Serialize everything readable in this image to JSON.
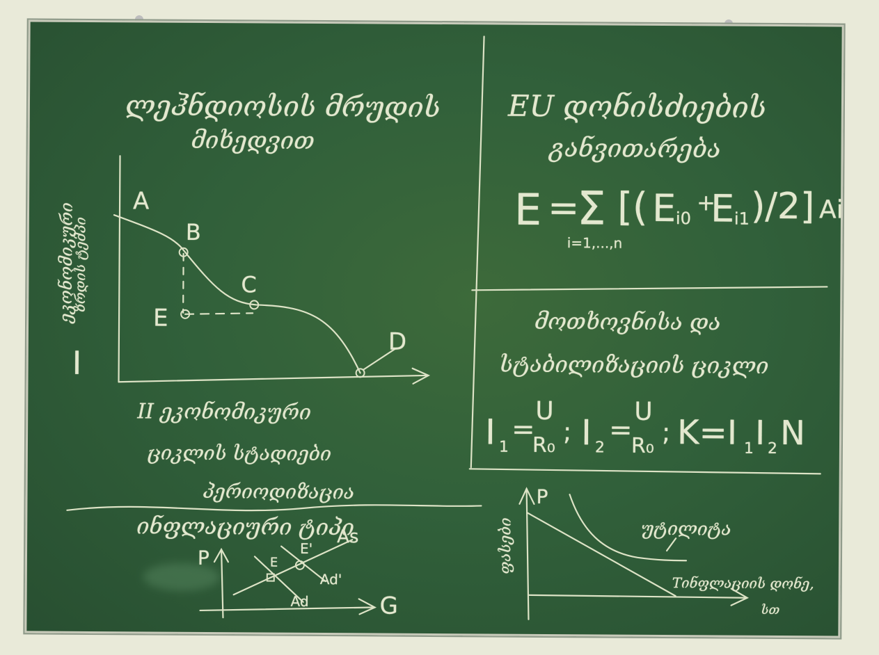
{
  "board": {
    "colors": {
      "board": "#31603a",
      "chalk": "#e3e8cf",
      "wall": "#e9ead9"
    }
  },
  "top_left": {
    "title_line1": "ლეჰნდიოსის მრუდის",
    "title_line2": "მიხედვით",
    "y_axis_numeral": "I",
    "y_axis_label_line1": "ეკონომიკური",
    "y_axis_label_line2": "ზრდის ტემპი",
    "point_A": "A",
    "point_B": "B",
    "point_C": "C",
    "point_E": "E",
    "point_D": "D"
  },
  "middle_left": {
    "line1": "II ეკონომიკური",
    "line2": "ციკლის სტადიები",
    "line3": "პერიოდიზაცია"
  },
  "bottom_left": {
    "title": "ინფლაციური ტიპი",
    "axis_y": "P",
    "axis_x": "G",
    "point_E1": "E",
    "point_E2": "E'",
    "curve_As": "As",
    "curve_Ad1": "Ad'",
    "curve_Ad": "Ad"
  },
  "top_right": {
    "title_line1": "EU დონისძიების",
    "title_line2": "განვითარება",
    "formula_E": "E",
    "formula_equals": "=",
    "formula_sum": "Σ",
    "formula_bracket_open": "[(",
    "formula_Ei0": "E",
    "formula_sub_i0": "i0",
    "formula_plus": "+",
    "formula_Ei1": "E",
    "formula_sub_i1": "i1",
    "formula_close": ")/2]",
    "formula_Ai": "Ai",
    "formula_index": "i=1,...,n"
  },
  "middle_right": {
    "title_line1": "მოთხოვნისა და",
    "title_line2": "სტაბილიზაციის ციკლი",
    "f1_I": "I",
    "f1_sub": "1",
    "f1_eq": "=",
    "f1_num": "U",
    "f1_den": "R₀",
    "sep1": ";",
    "f2_I": "I",
    "f2_sub": "2",
    "f2_eq": "=",
    "f2_num": "U",
    "f2_den": "R₀",
    "sep2": ";",
    "f3": "K=I",
    "f3_sub1": "1",
    "f3_I2": "I",
    "f3_sub2": "2",
    "f3_N": "N"
  },
  "bottom_right": {
    "axis_y": "P",
    "y_label": "ფასები",
    "curve_label": "უტილიტა",
    "x_label": "Tინფლაციის დონე,",
    "x_unit": "სთ"
  }
}
